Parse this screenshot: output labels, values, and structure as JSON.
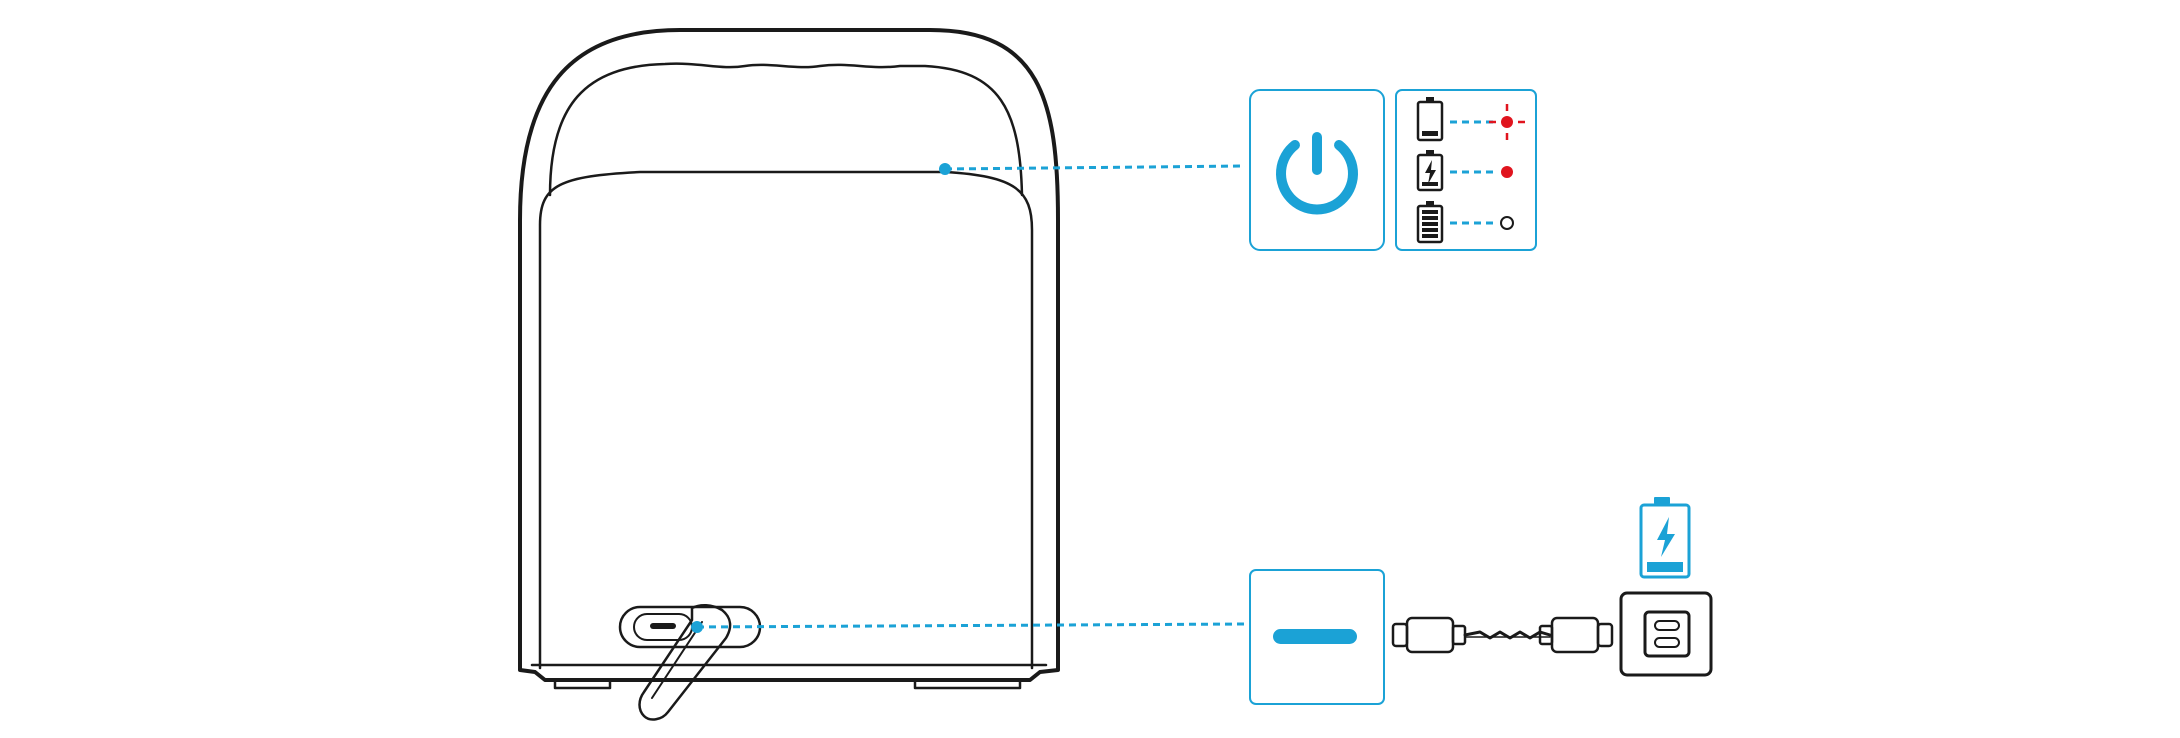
{
  "colors": {
    "accent": "#1ba2d6",
    "indicator_red": "#e0141e",
    "outline": "#1a1a1a",
    "background": "#ffffff"
  },
  "device": {
    "description_icon": "portable-speaker-rear-view",
    "handle_icon": "carry-handle-icon",
    "port_icon": "usb-c-port-icon",
    "stand_icon": "kickstand-icon"
  },
  "power_callout": {
    "button_icon": "power-icon",
    "indicator_states": [
      {
        "battery_icon": "battery-low-icon",
        "led_state": "flashing-red",
        "led_color": "#e0141e"
      },
      {
        "battery_icon": "battery-charging-icon",
        "led_state": "solid-red",
        "led_color": "#e0141e"
      },
      {
        "battery_icon": "battery-full-icon",
        "led_state": "off",
        "led_color": "#ffffff"
      }
    ]
  },
  "charging_callout": {
    "port_icon": "usb-c-port-icon",
    "cable_icon": "usb-c-to-usb-c-cable-icon",
    "charger_icon": "wall-charger-icon",
    "battery_icon": "battery-charging-icon"
  }
}
